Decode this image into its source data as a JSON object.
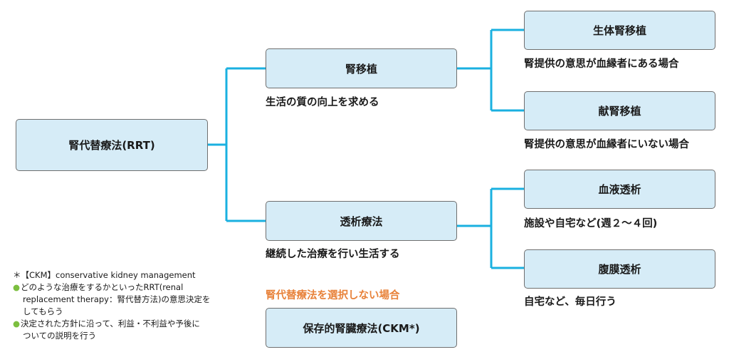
{
  "nodes": {
    "rrt": "腎代替療法(RRT)",
    "transplant": "腎移植",
    "dialysis": "透析療法",
    "living": "生体腎移植",
    "deceased": "献腎移植",
    "hemo": "血液透析",
    "peritoneal": "腹膜透析",
    "ckm": "保存的腎臓療法(CKM*)"
  },
  "captions": {
    "transplant": "生活の質の向上を求める",
    "dialysis": "継続した治療を行い生活する",
    "living": "腎提供の意思が血縁者にある場合",
    "deceased": "腎提供の意思が血縁者にいない場合",
    "hemo": "施設や自宅など(週２～４回)",
    "peritoneal": "自宅など、毎日行う",
    "no_rrt": "腎代替療法を選択しない場合"
  },
  "notes": {
    "ckm_def": "＊【CKM】conservative kidney management",
    "bullet1_line1": "どのような治療をするかといったRRT(renal",
    "bullet1_line2": "replacement therapy：腎代替方法)の意思決定を",
    "bullet1_line3": "してもらう",
    "bullet2_line1": "決定された方針に沿って、利益・不利益や予後に",
    "bullet2_line2": "ついての説明を行う",
    "bullet_symbol": "●"
  },
  "colors": {
    "connector": "#1ab0e0",
    "box_fill": "#d6ecf7",
    "highlight": "#e8823a",
    "bullet": "#7cbf3f"
  }
}
